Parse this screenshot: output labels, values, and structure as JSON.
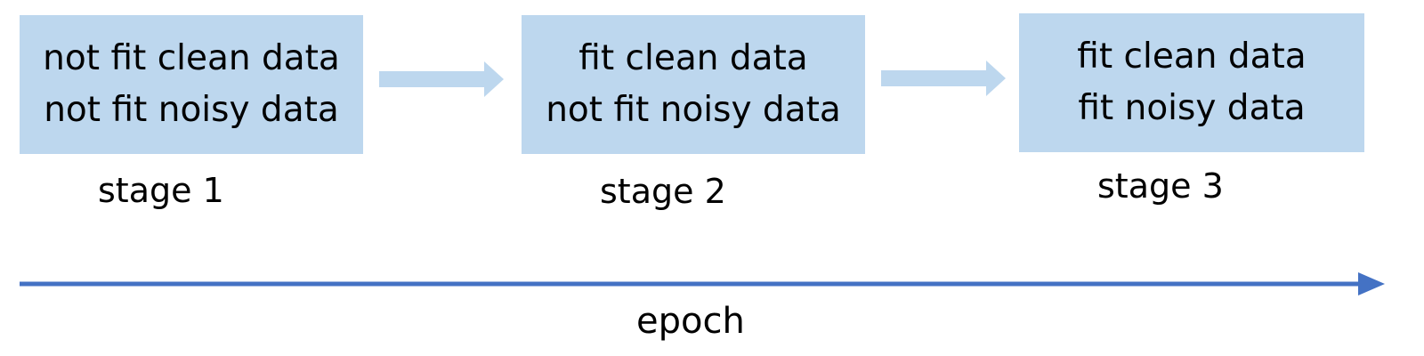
{
  "stages": [
    {
      "line1": "not fit clean data",
      "line2": "not fit noisy data",
      "label": "stage 1"
    },
    {
      "line1": "fit clean data",
      "line2": "not fit noisy data",
      "label": "stage 2"
    },
    {
      "line1": "fit clean data",
      "line2": "fit noisy data",
      "label": "stage 3"
    }
  ],
  "axis": {
    "label": "epoch"
  },
  "colors": {
    "box_fill": "#bdd7ee",
    "axis_line": "#4472c4"
  }
}
